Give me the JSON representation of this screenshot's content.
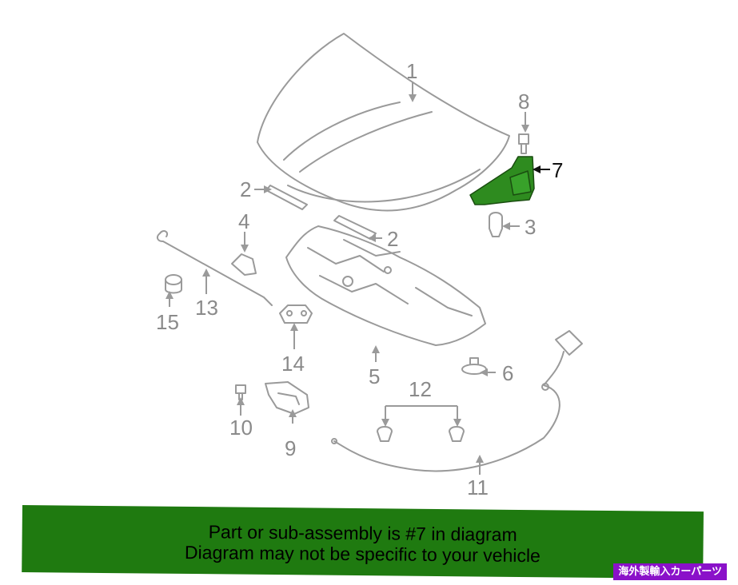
{
  "diagram": {
    "callouts": [
      {
        "id": "1",
        "label": "1",
        "highlight": false
      },
      {
        "id": "2a",
        "label": "2",
        "highlight": false
      },
      {
        "id": "2b",
        "label": "2",
        "highlight": false
      },
      {
        "id": "3",
        "label": "3",
        "highlight": false
      },
      {
        "id": "4",
        "label": "4",
        "highlight": false
      },
      {
        "id": "5",
        "label": "5",
        "highlight": false
      },
      {
        "id": "6",
        "label": "6",
        "highlight": false
      },
      {
        "id": "7",
        "label": "7",
        "highlight": true
      },
      {
        "id": "8",
        "label": "8",
        "highlight": false
      },
      {
        "id": "9",
        "label": "9",
        "highlight": false
      },
      {
        "id": "10",
        "label": "10",
        "highlight": false
      },
      {
        "id": "11",
        "label": "11",
        "highlight": false
      },
      {
        "id": "12",
        "label": "12",
        "highlight": false
      },
      {
        "id": "13",
        "label": "13",
        "highlight": false
      },
      {
        "id": "14",
        "label": "14",
        "highlight": false
      },
      {
        "id": "15",
        "label": "15",
        "highlight": false
      }
    ],
    "colors": {
      "line": "#9a9a9a",
      "highlight_part": "#2e8b1f",
      "banner_bg": "#1f7a10",
      "watermark_bg": "#8a11c9"
    }
  },
  "banner": {
    "line1": "Part or sub-assembly is #7 in diagram",
    "line2": "Diagram may not be specific to your vehicle"
  },
  "watermark": {
    "text": "海外製輸入カーパーツ"
  }
}
